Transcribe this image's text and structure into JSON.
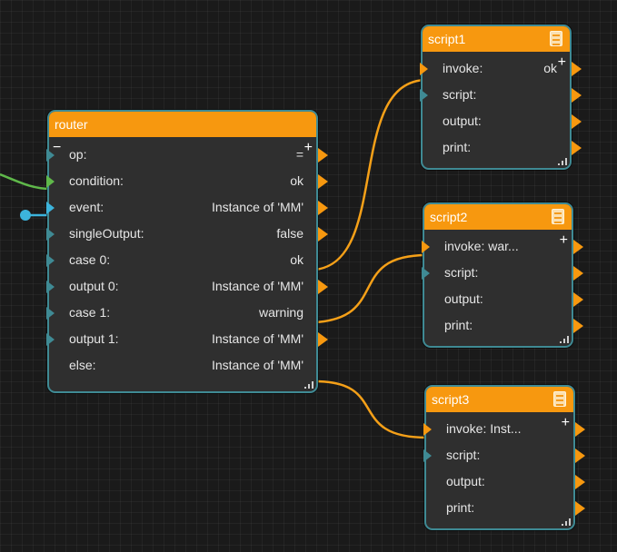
{
  "colors": {
    "header": "#f7980f",
    "node_border": "#3f8a94",
    "wire_orange": "#f5a018",
    "wire_green": "#5fb84a",
    "wire_blue": "#3cb4dc"
  },
  "router": {
    "title": "router",
    "rows": [
      {
        "label": "op:",
        "value": "="
      },
      {
        "label": "condition:",
        "value": "ok"
      },
      {
        "label": "event:",
        "value": "Instance of 'MM'"
      },
      {
        "label": "singleOutput:",
        "value": "false"
      },
      {
        "label": "case 0:",
        "value": "ok"
      },
      {
        "label": "output 0:",
        "value": "Instance of 'MM'"
      },
      {
        "label": "case 1:",
        "value": "warning"
      },
      {
        "label": "output 1:",
        "value": "Instance of 'MM'"
      },
      {
        "label": "else:",
        "value": "Instance of 'MM'"
      }
    ]
  },
  "script1": {
    "title": "script1",
    "invoke_label": "invoke:",
    "invoke_value": "ok",
    "rows": [
      {
        "label": "script:"
      },
      {
        "label": "output:"
      },
      {
        "label": "print:"
      }
    ]
  },
  "script2": {
    "title": "script2",
    "invoke_label": "invoke: war...",
    "invoke_value": "",
    "rows": [
      {
        "label": "script:"
      },
      {
        "label": "output:"
      },
      {
        "label": "print:"
      }
    ]
  },
  "script3": {
    "title": "script3",
    "invoke_label": "invoke: Inst...",
    "invoke_value": "",
    "rows": [
      {
        "label": "script:"
      },
      {
        "label": "output:"
      },
      {
        "label": "print:"
      }
    ]
  },
  "controls": {
    "add": "+",
    "remove": "−"
  },
  "icons": {
    "menu": "node-menu-icon",
    "resize": "resize-grip-icon"
  }
}
